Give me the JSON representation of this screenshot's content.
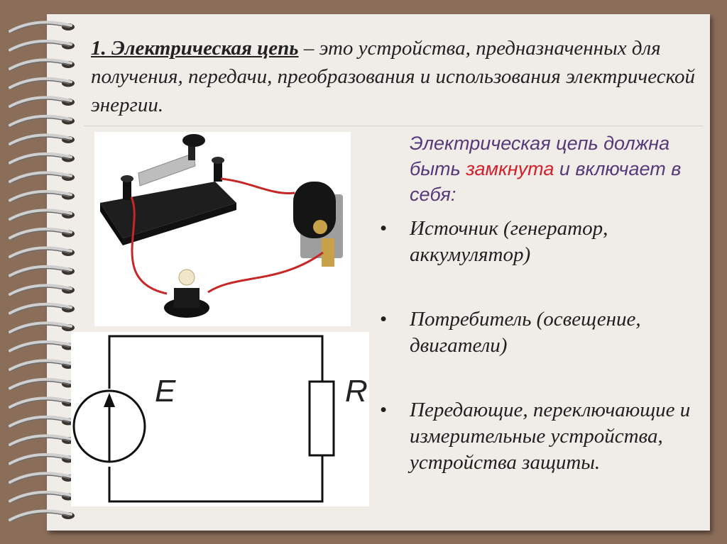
{
  "slide": {
    "title_lead": "1.  Электрическая цепь",
    "title_rest": " – это  устройства, предназначенных для получения, передачи, преобразования и использования электрической энергии.",
    "intro_part1": "Электрическая цепь должна быть ",
    "intro_highlight": "замкнута",
    "intro_part2": " и включает в себя:",
    "bullet_symbol": "•",
    "bullets": [
      "Источник (генератор, аккумулятор)",
      "Потребитель (освещение, двигатели)",
      "Передающие, переключающие и измерительные устройства, устройства защиты."
    ]
  },
  "schematic": {
    "source_label": "E",
    "load_label": "R"
  },
  "colors": {
    "background": "#8b6e5a",
    "paper": "#f0ede8",
    "intro_text": "#553a7a",
    "highlight": "#d21f2a",
    "wire": "#c62828"
  }
}
